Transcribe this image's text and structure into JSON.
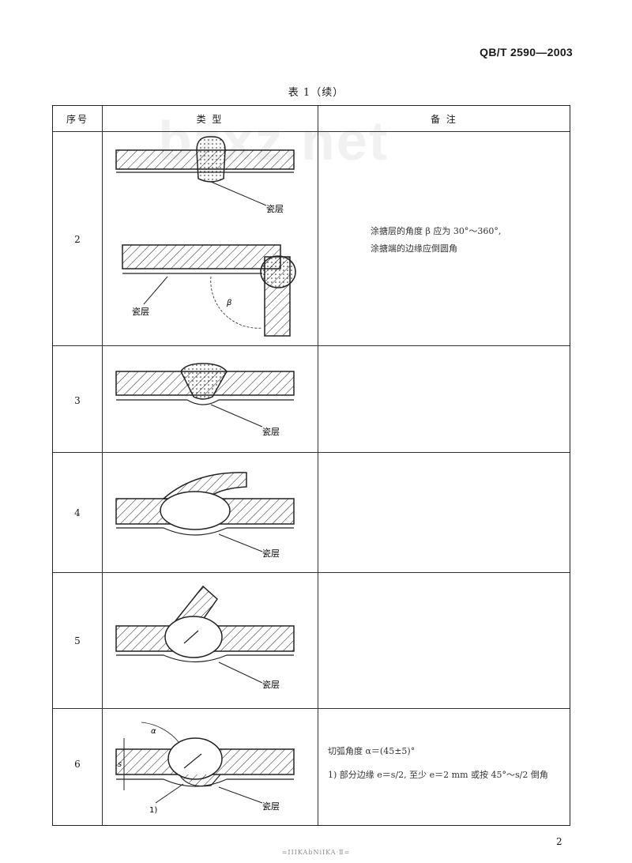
{
  "header": {
    "standard_code": "QB/T 2590—2003"
  },
  "table": {
    "caption": "表 1（续）",
    "columns": [
      "序号",
      "类 型",
      "备 注"
    ],
    "rows": [
      {
        "no": "2",
        "labels": [
          "瓷层",
          "瓷层"
        ],
        "notes": [
          "涂搪层的角度 β 应为 30°～360°,",
          "涂搪端的边缘应倒圆角"
        ],
        "beta": "β"
      },
      {
        "no": "3",
        "labels": [
          "瓷层"
        ],
        "notes": []
      },
      {
        "no": "4",
        "labels": [
          "瓷层"
        ],
        "notes": []
      },
      {
        "no": "5",
        "labels": [
          "瓷层"
        ],
        "notes": []
      },
      {
        "no": "6",
        "labels": [
          "瓷层"
        ],
        "notes": [
          "切弧角度 α＝(45±5)°",
          "1) 部分边缘 e＝s/2, 至少 e＝2 mm 或按 45°～s/2 倒角"
        ],
        "alpha": "α",
        "s": "s",
        "footnote": "1)"
      }
    ]
  },
  "watermark": "bzxz.net",
  "page_number": "2",
  "footer": "=ⅠⅠⅠKAbNiⅠKA·Ⅱ="
}
